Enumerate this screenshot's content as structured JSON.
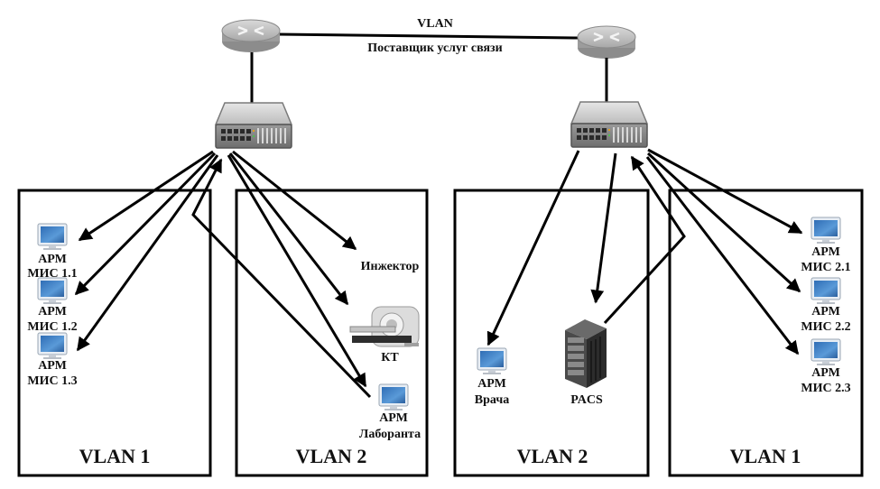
{
  "wan": {
    "label_top": "VLAN",
    "label_bottom": "Поставщик услуг связи"
  },
  "sites": [
    {
      "name": "left",
      "zones": [
        {
          "title": "VLAN 1",
          "devices": [
            {
              "type": "workstation",
              "line1": "АРМ",
              "line2": "МИС 1.1"
            },
            {
              "type": "workstation",
              "line1": "АРМ",
              "line2": "МИС 1.2"
            },
            {
              "type": "workstation",
              "line1": "АРМ",
              "line2": "МИС 1.3"
            }
          ]
        },
        {
          "title": "VLAN 2",
          "devices": [
            {
              "type": "injector",
              "line1": "Инжектор"
            },
            {
              "type": "ct-scanner",
              "line1": "КТ"
            },
            {
              "type": "workstation",
              "line1": "АРМ",
              "line2": "Лаборанта"
            }
          ]
        }
      ]
    },
    {
      "name": "right",
      "zones": [
        {
          "title": "VLAN 2",
          "devices": [
            {
              "type": "workstation",
              "line1": "АРМ",
              "line2": "Врача"
            },
            {
              "type": "server",
              "line1": "PACS"
            }
          ]
        },
        {
          "title": "VLAN 1",
          "devices": [
            {
              "type": "workstation",
              "line1": "АРМ",
              "line2": "МИС 2.1"
            },
            {
              "type": "workstation",
              "line1": "АРМ",
              "line2": "МИС 2.2"
            },
            {
              "type": "workstation",
              "line1": "АРМ",
              "line2": "МИС 2.3"
            }
          ]
        }
      ]
    }
  ],
  "colors": {
    "line": "#000000",
    "router": "#b8b8b8",
    "switch": "#a9a9a9",
    "monitor_screen": "#3a78bf",
    "server": "#3c3c3c"
  }
}
